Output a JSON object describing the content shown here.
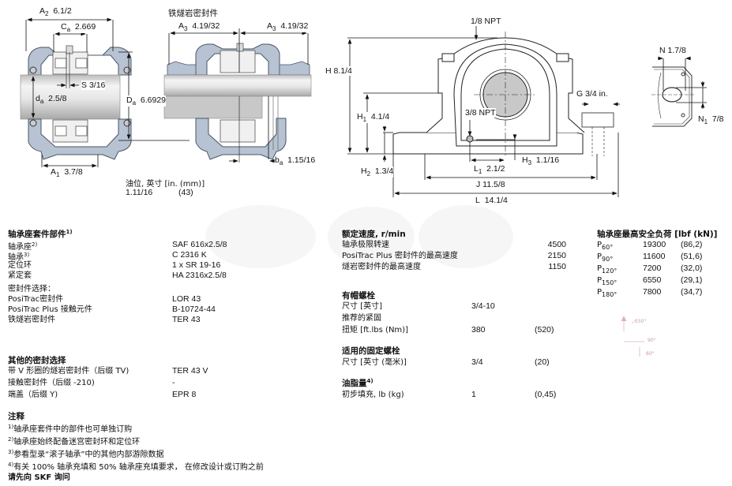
{
  "drawings": {
    "left_section": {
      "A2": {
        "symbol": "A",
        "sub": "2",
        "value": "6.1/2"
      },
      "Ca": {
        "symbol": "C",
        "sub": "a",
        "value": "2.669"
      },
      "S": {
        "symbol": "S",
        "value": "3/16"
      },
      "da": {
        "symbol": "d",
        "sub": "a",
        "value": "2.5/8"
      },
      "Da": {
        "symbol": "D",
        "sub": "a",
        "value": "6.6929"
      },
      "A1": {
        "symbol": "A",
        "sub": "1",
        "value": "3.7/8"
      }
    },
    "middle_section": {
      "title": "铁燧岩密封件",
      "A3_left": {
        "symbol": "A",
        "sub": "3",
        "value": "4.19/32"
      },
      "A3_right": {
        "symbol": "A",
        "sub": "3",
        "value": "4.19/32"
      },
      "ba": {
        "symbol": "b",
        "sub": "a",
        "value": "1.15/16"
      }
    },
    "oil_level": {
      "label": "油位, 英寸 [in. (mm)]",
      "value_in": "1.11/16",
      "value_mm": "(43)"
    },
    "front_view": {
      "npt_top": "1/8 NPT",
      "H": {
        "symbol": "H",
        "value": "8.1/4"
      },
      "H1": {
        "symbol": "H",
        "sub": "1",
        "value": "4.1/4"
      },
      "G": {
        "symbol": "G",
        "value": "3/4 in."
      },
      "npt_bottom": "3/8 NPT",
      "H2": {
        "symbol": "H",
        "sub": "2",
        "value": "1.3/4"
      },
      "L1": {
        "symbol": "L",
        "sub": "1",
        "value": "2.1/2"
      },
      "H3": {
        "symbol": "H",
        "sub": "3",
        "value": "1.1/16"
      },
      "J": {
        "symbol": "J",
        "value": "11.5/8"
      },
      "L": {
        "symbol": "L",
        "value": "14.1/4"
      }
    },
    "side_detail": {
      "N": {
        "symbol": "N",
        "value": "1.7/8"
      },
      "N1": {
        "symbol": "N",
        "sub": "1",
        "value": "7/8"
      }
    }
  },
  "kit_components": {
    "title": "轴承座套件部件",
    "title_sup": "1)",
    "rows": [
      {
        "label": "轴承座",
        "sup": "2)",
        "value": "SAF 616x2.5/8"
      },
      {
        "label": "轴承",
        "sup": "3)",
        "value": "C 2316 K"
      },
      {
        "label": "定位环",
        "sup": "",
        "value": "1 x SR 19-16"
      },
      {
        "label": "紧定套",
        "sup": "",
        "value": "HA 2316x2.5/8"
      }
    ],
    "seal_title": "密封件选择：",
    "seal_rows": [
      {
        "label": "PosiTrac密封件",
        "value": "LOR 43"
      },
      {
        "label": "PosiTrac Plus 接触元件",
        "value": "B-10724-44"
      },
      {
        "label": "铁燧岩密封件",
        "value": "TER 43"
      }
    ]
  },
  "other_seals": {
    "title": "其他的密封选择",
    "rows": [
      {
        "label": "带 V 形圈的燧岩密封件（后缀 TV)",
        "value": "TER 43 V"
      },
      {
        "label": "接触密封件（后缀 -210)",
        "value": "-"
      },
      {
        "label": "端盖（后缀 Y)",
        "value": "EPR 8"
      }
    ]
  },
  "notes": {
    "title": "注释",
    "items": [
      {
        "sup": "1)",
        "text": "轴承座套件中的部件也可单独订购"
      },
      {
        "sup": "2)",
        "text": "轴承座始终配备迷宫密封环和定位环"
      },
      {
        "sup": "3)",
        "text": "参看型录“滚子轴承”中的其他内部游隙数据"
      },
      {
        "sup": "4)",
        "text": "有关 100% 轴承充填和 50% 轴承座充填要求， 在修改设计或订购之前"
      }
    ],
    "footer": "请先向 SKF 询问"
  },
  "rated_speed": {
    "title": "额定速度, r/min",
    "rows": [
      {
        "label": "轴承极限转速",
        "value": "4500"
      },
      {
        "label": "PosiTrac Plus 密封件的最高速度",
        "value": "2150"
      },
      {
        "label": "燧岩密封件的最高速度",
        "value": "1150"
      }
    ]
  },
  "cap_bolts": {
    "title": "有帽螺栓",
    "size_label": "尺寸 [英寸]",
    "size_value": "3/4-10",
    "torque_label_1": "推荐的紧固",
    "torque_label_2": "扭矩 [ft.lbs (Nm)]",
    "torque_value": "380",
    "torque_metric": "(520)"
  },
  "attachment_bolts": {
    "title": "适用的固定螺栓",
    "size_label": "尺寸 [英寸 (毫米)]",
    "size_value": "3/4",
    "size_metric": "(20)"
  },
  "grease": {
    "title": "油脂量",
    "title_sup": "4)",
    "label": "初步填充, lb (kg)",
    "value": "1",
    "metric": "(0,45)"
  },
  "max_load": {
    "title": "轴承座最高安全负荷 [lbf (kN)]",
    "rows": [
      {
        "symbol": "P",
        "sub": "60°",
        "value": "19300",
        "metric": "(86,2)"
      },
      {
        "symbol": "P",
        "sub": "90°",
        "value": "11600",
        "metric": "(51,6)"
      },
      {
        "symbol": "P",
        "sub": "120°",
        "value": "7200",
        "metric": "(32,0)"
      },
      {
        "symbol": "P",
        "sub": "150°",
        "value": "6550",
        "metric": "(29,1)"
      },
      {
        "symbol": "P",
        "sub": "180°",
        "value": "7800",
        "metric": "(34,7)"
      }
    ],
    "diagram_labels": [
      "150°",
      "90°",
      "60°"
    ]
  },
  "colors": {
    "housing_fill": "#b7c3d2",
    "housing_stroke": "#4a5564",
    "shaft_light": "#f2f2f2",
    "shaft_dark": "#bdbdbd",
    "line": "#111111",
    "shaft_section": "#c8c8c8",
    "watermark": "#f3f3f3",
    "load_diagram": "#d9a0a8"
  }
}
